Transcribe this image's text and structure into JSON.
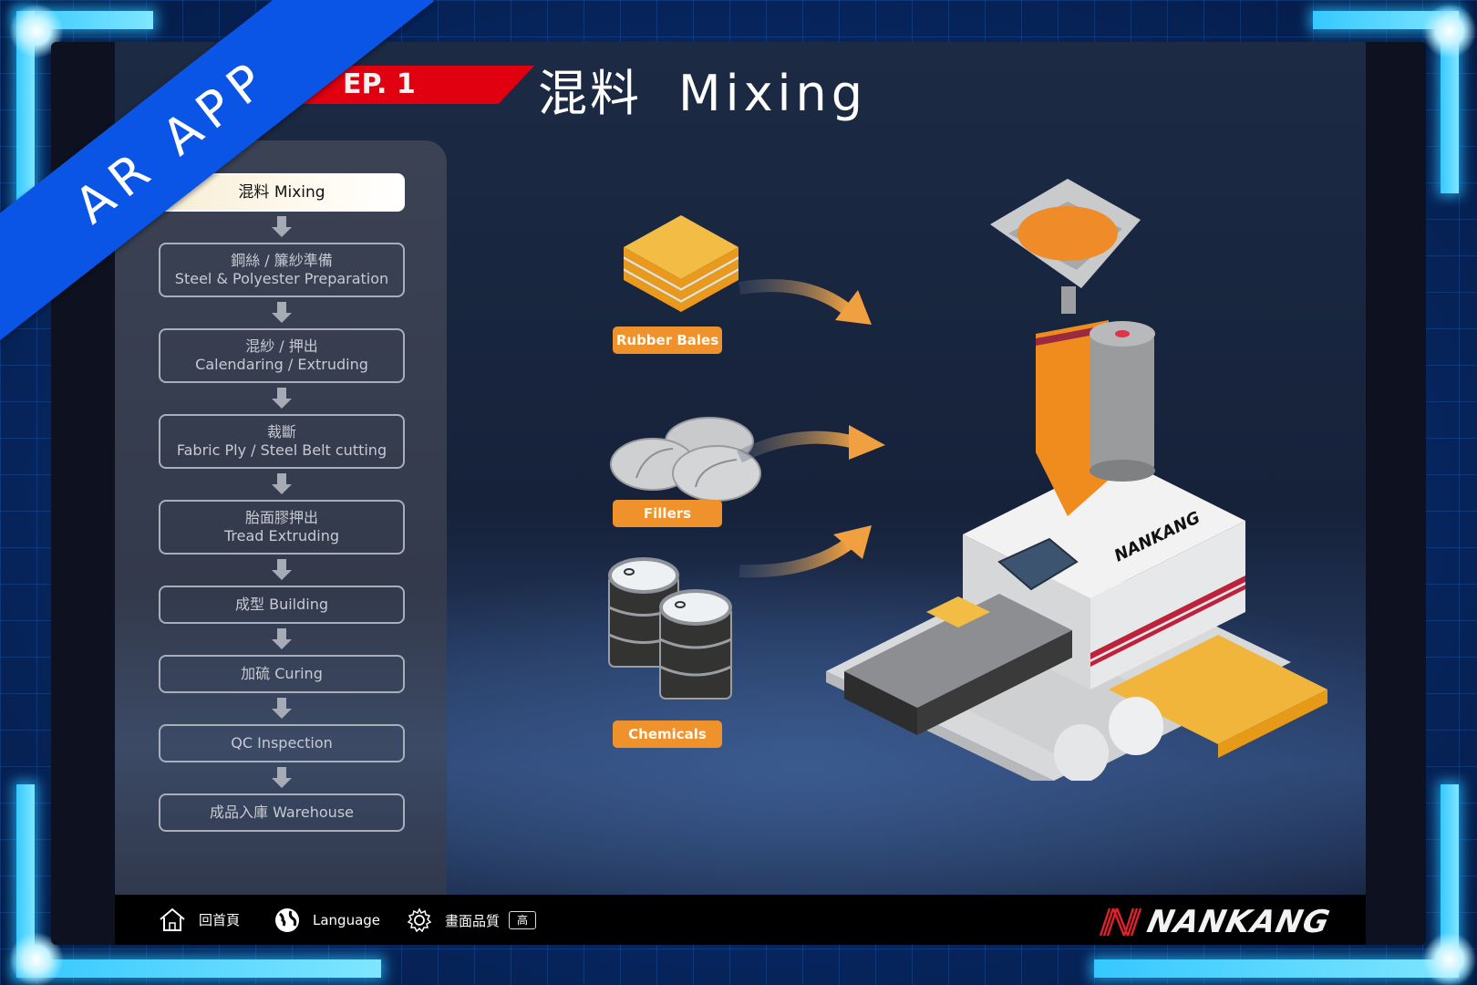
{
  "ribbon": {
    "label": "AR APP"
  },
  "header": {
    "step_badge": "EP. 1",
    "title_zh": "混料",
    "title_en": "Mixing"
  },
  "steps": [
    {
      "zh": "混料",
      "en": "Mixing",
      "active": true,
      "layout": "inline"
    },
    {
      "zh": "鋼絲 / 簾紗準備",
      "en": "Steel & Polyester Preparation",
      "active": false,
      "layout": "stacked"
    },
    {
      "zh": "混紗 / 押出",
      "en": "Calendaring / Extruding",
      "active": false,
      "layout": "stacked"
    },
    {
      "zh": "裁斷",
      "en": "Fabric Ply / Steel Belt cutting",
      "active": false,
      "layout": "stacked"
    },
    {
      "zh": "胎面膠押出",
      "en": "Tread Extruding",
      "active": false,
      "layout": "stacked"
    },
    {
      "zh": "成型",
      "en": "Building",
      "active": false,
      "layout": "inline"
    },
    {
      "zh": "加硫",
      "en": "Curing",
      "active": false,
      "layout": "inline"
    },
    {
      "zh": "",
      "en": "QC Inspection",
      "active": false,
      "layout": "inline"
    },
    {
      "zh": "成品入庫",
      "en": "Warehouse",
      "active": false,
      "layout": "inline"
    }
  ],
  "steps_text": {
    "s0": "混料  Mixing",
    "s1_zh": "鋼絲 / 簾紗準備",
    "s1_en": "Steel & Polyester Preparation",
    "s2_zh": "混紗 / 押出",
    "s2_en": "Calendaring / Extruding",
    "s3_zh": "裁斷",
    "s3_en": "Fabric Ply / Steel Belt cutting",
    "s4_zh": "胎面膠押出",
    "s4_en": "Tread Extruding",
    "s5": "成型  Building",
    "s6": "加硫  Curing",
    "s7": "QC Inspection",
    "s8": "成品入庫  Warehouse"
  },
  "materials": [
    {
      "label": "Rubber Bales",
      "icon": "rubber-bales-icon"
    },
    {
      "label": "Fillers",
      "icon": "fillers-bags-icon"
    },
    {
      "label": "Chemicals",
      "icon": "chemical-barrels-icon"
    }
  ],
  "machine": {
    "brand_mark": "NANKANG"
  },
  "bottom_bar": {
    "home_label": "回首頁",
    "language_label": "Language",
    "quality_label": "畫面品質",
    "quality_value": "高",
    "brand": "NANKANG"
  },
  "colors": {
    "accent_red": "#e0000f",
    "ribbon_blue": "#0a55e6",
    "material_orange": "#f0922c",
    "frame_glow": "#35c8ff"
  }
}
